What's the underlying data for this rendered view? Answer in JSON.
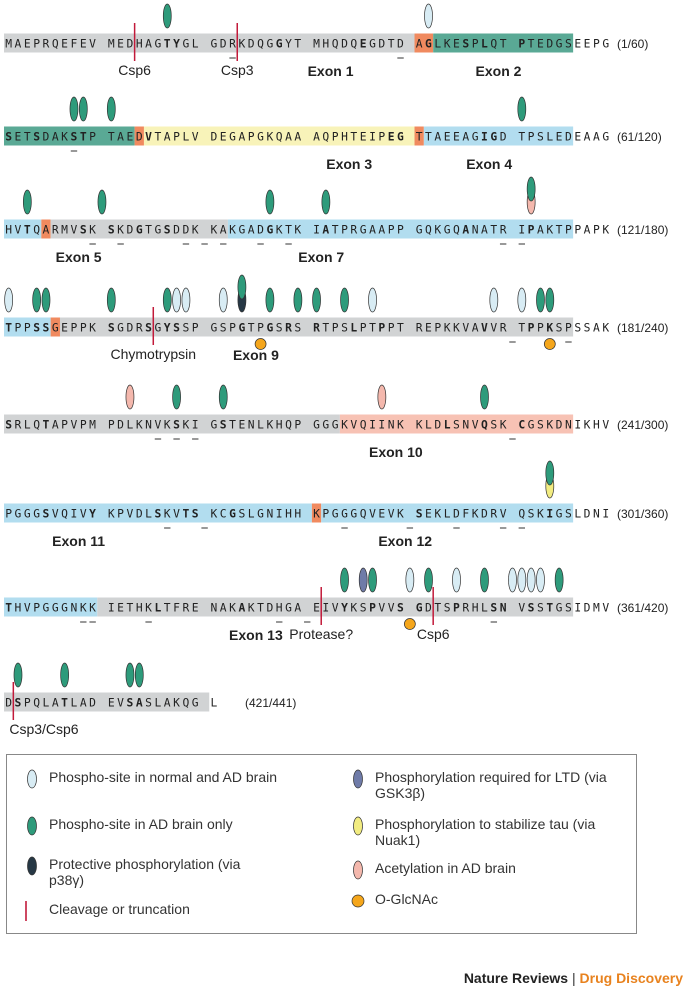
{
  "colors": {
    "gray": "#d1d3d4",
    "blue": "#b2ddef",
    "teal": "#5aa995",
    "yellow": "#f8f3b9",
    "salmon": "#f7c2b4",
    "orange_mark": "#f08a5f",
    "light_oval": "#d8ecf4",
    "teal_oval": "#2e9b7b",
    "dark_oval": "#263845",
    "purple_oval": "#6f7ba8",
    "yellow_oval": "#f2ec81",
    "pink_oval": "#f4b8ad",
    "glcnac": "#f5a61b",
    "cleavage": "#c21a3a"
  },
  "rows": [
    {
      "text": "MAEPRQEFEV MEDHAGTYGL GDRKDQGGYT MHQDQEGDTD AGLKESPLQT PTEDGSEEPG",
      "range": "(1/60)",
      "bold": [
        17,
        18,
        29,
        38,
        45,
        49,
        51,
        55
      ],
      "under": [
        24,
        42
      ],
      "bands": [
        [
          0,
          44,
          "gray"
        ],
        [
          44,
          46,
          "orange_mark"
        ],
        [
          46,
          61,
          "teal"
        ]
      ],
      "markers": [
        {
          "i": 17,
          "o": [
            "teal"
          ]
        },
        {
          "i": 45,
          "o": [
            "light"
          ]
        }
      ],
      "glc": [],
      "cleavages": [
        {
          "after": 14,
          "label": "Csp6"
        },
        {
          "after": 25,
          "label": "Csp3"
        }
      ],
      "exons": [
        {
          "c": 35,
          "label": "Exon 1"
        },
        {
          "c": 53,
          "label": "Exon 2"
        }
      ]
    },
    {
      "text": "SETSDAKSTP TAEDVTAPLV DEGAPGKQAA AQPHTEIPEG TTAEEAGIGD TPSLEDEAAG",
      "range": "(61/120)",
      "bold": [
        0,
        3,
        7,
        8,
        15,
        41,
        42,
        51,
        52
      ],
      "under": [
        7
      ],
      "bands": [
        [
          0,
          14,
          "teal"
        ],
        [
          14,
          15,
          "orange_mark"
        ],
        [
          15,
          44,
          "yellow"
        ],
        [
          44,
          45,
          "orange_mark"
        ],
        [
          45,
          61,
          "blue"
        ]
      ],
      "markers": [
        {
          "i": 7,
          "o": [
            "teal"
          ]
        },
        {
          "i": 8,
          "o": [
            "teal"
          ]
        },
        {
          "i": 11,
          "o": [
            "teal"
          ]
        },
        {
          "i": 55,
          "o": [
            "teal"
          ]
        }
      ],
      "glc": [],
      "cleavages": [],
      "exons": [
        {
          "c": 37,
          "label": "Exon 3"
        },
        {
          "c": 52,
          "label": "Exon 4"
        }
      ]
    },
    {
      "text": "HVTQARMVSK SKDGTGSDDK KAKGADGKTK IATPRGAAPP GQKGQANATR IPAKTPPAPK",
      "range": "(121/180)",
      "bold": [
        2,
        8,
        11,
        14,
        17,
        28,
        34,
        49,
        56
      ],
      "under": [
        9,
        12,
        19,
        21,
        23,
        27,
        30,
        53,
        55
      ],
      "bands": [
        [
          0,
          4,
          "blue"
        ],
        [
          4,
          5,
          "orange_mark"
        ],
        [
          5,
          24,
          "gray"
        ],
        [
          24,
          61,
          "blue"
        ]
      ],
      "markers": [
        {
          "i": 2,
          "o": [
            "teal"
          ]
        },
        {
          "i": 10,
          "o": [
            "teal"
          ]
        },
        {
          "i": 28,
          "o": [
            "teal"
          ]
        },
        {
          "i": 34,
          "o": [
            "teal"
          ]
        },
        {
          "i": 56,
          "o": [
            "pink",
            "teal"
          ]
        }
      ],
      "glc": [],
      "cleavages": [],
      "exons": [
        {
          "c": 8,
          "label": "Exon 5"
        },
        {
          "c": 34,
          "label": "Exon 7"
        }
      ]
    },
    {
      "text": "TPPSSGEPPK SGDRSGYSSP GSPGTPGSRS RTPSLPTPPT REPKKVAVVR TPPKSPSSAK",
      "range": "(181/240)",
      "bold": [
        0,
        3,
        4,
        11,
        15,
        17,
        18,
        25,
        28,
        30,
        33,
        37,
        40,
        51,
        56,
        58
      ],
      "under": [
        54,
        60
      ],
      "bands": [
        [
          0,
          5,
          "blue"
        ],
        [
          5,
          6,
          "orange_mark"
        ],
        [
          6,
          61,
          "gray"
        ]
      ],
      "markers": [
        {
          "i": 0,
          "o": [
            "light"
          ]
        },
        {
          "i": 3,
          "o": [
            "teal"
          ]
        },
        {
          "i": 4,
          "o": [
            "teal"
          ]
        },
        {
          "i": 11,
          "o": [
            "teal"
          ]
        },
        {
          "i": 17,
          "o": [
            "teal"
          ]
        },
        {
          "i": 18,
          "o": [
            "light"
          ]
        },
        {
          "i": 19,
          "o": [
            "light"
          ]
        },
        {
          "i": 23,
          "o": [
            "light"
          ]
        },
        {
          "i": 25,
          "o": [
            "dark",
            "teal"
          ]
        },
        {
          "i": 28,
          "o": [
            "teal"
          ]
        },
        {
          "i": 31,
          "o": [
            "teal"
          ]
        },
        {
          "i": 33,
          "o": [
            "teal"
          ]
        },
        {
          "i": 36,
          "o": [
            "teal"
          ]
        },
        {
          "i": 39,
          "o": [
            "light"
          ]
        },
        {
          "i": 52,
          "o": [
            "light"
          ]
        },
        {
          "i": 55,
          "o": [
            "light"
          ]
        },
        {
          "i": 57,
          "o": [
            "teal"
          ]
        },
        {
          "i": 58,
          "o": [
            "teal"
          ]
        }
      ],
      "glc": [
        27,
        58
      ],
      "cleavages": [
        {
          "after": 16,
          "label": "Chymotrypsin"
        }
      ],
      "exons": [
        {
          "c": 27,
          "label": "Exon 9"
        }
      ]
    },
    {
      "text": "SRLQTAPVPM PDLKNVKSKI GSTENLKHQP GGGKVQIINK KLDLSNVQSK CGSKDNIKHV",
      "range": "(241/300)",
      "bold": [
        0,
        4,
        18,
        23,
        47,
        51,
        55
      ],
      "under": [
        16,
        18,
        20,
        54
      ],
      "bands": [
        [
          0,
          36,
          "gray"
        ],
        [
          36,
          61,
          "salmon"
        ]
      ],
      "markers": [
        {
          "i": 13,
          "o": [
            "pink"
          ]
        },
        {
          "i": 18,
          "o": [
            "teal"
          ]
        },
        {
          "i": 23,
          "o": [
            "teal"
          ]
        },
        {
          "i": 40,
          "o": [
            "pink"
          ]
        },
        {
          "i": 51,
          "o": [
            "teal"
          ]
        }
      ],
      "glc": [],
      "cleavages": [],
      "exons": [
        {
          "c": 42,
          "label": "Exon 10"
        }
      ]
    },
    {
      "text": "PGGGSVQIVY KPVDLSKVTS KCGSLGNIHH KPGGGQVEVK SEKLDFKDRV QSKIGSLDNI",
      "range": "(301/360)",
      "bold": [
        4,
        9,
        16,
        19,
        20,
        24,
        44,
        58
      ],
      "under": [
        17,
        21,
        36,
        43,
        48,
        53,
        55
      ],
      "bands": [
        [
          0,
          33,
          "blue"
        ],
        [
          33,
          34,
          "orange_mark"
        ],
        [
          34,
          61,
          "blue"
        ]
      ],
      "markers": [
        {
          "i": 58,
          "o": [
            "yellow",
            "teal"
          ]
        }
      ],
      "glc": [],
      "cleavages": [],
      "exons": [
        {
          "c": 8,
          "label": "Exon 11"
        },
        {
          "c": 43,
          "label": "Exon 12"
        }
      ]
    },
    {
      "text": "THVPGGGNKK IETHKLTFRE NAKAKTDHGA EIVYKSPVVS GDTSPRHLSN VSSTGSIDMV",
      "range": "(361/420)",
      "bold": [
        0,
        16,
        25,
        36,
        39,
        42,
        44,
        48,
        52,
        53,
        56,
        58
      ],
      "under": [
        8,
        9,
        15,
        29,
        32,
        43,
        52
      ],
      "bands": [
        [
          0,
          10,
          "blue"
        ],
        [
          10,
          61,
          "gray"
        ]
      ],
      "markers": [
        {
          "i": 36,
          "o": [
            "teal"
          ]
        },
        {
          "i": 38,
          "o": [
            "purple"
          ]
        },
        {
          "i": 39,
          "o": [
            "teal"
          ]
        },
        {
          "i": 43,
          "o": [
            "light"
          ]
        },
        {
          "i": 45,
          "o": [
            "teal"
          ]
        },
        {
          "i": 48,
          "o": [
            "light"
          ]
        },
        {
          "i": 51,
          "o": [
            "teal"
          ]
        },
        {
          "i": 54,
          "o": [
            "light"
          ]
        },
        {
          "i": 55,
          "o": [
            "light"
          ]
        },
        {
          "i": 56,
          "o": [
            "light"
          ]
        },
        {
          "i": 57,
          "o": [
            "light"
          ]
        },
        {
          "i": 59,
          "o": [
            "teal"
          ]
        }
      ],
      "glc": [
        43
      ],
      "cleavages": [
        {
          "after": 34,
          "label": "Protease?"
        },
        {
          "after": 46,
          "label": "Csp6"
        }
      ],
      "exons": [
        {
          "c": 27,
          "label": "Exon 13"
        }
      ]
    },
    {
      "text": "DSPQLATLAD EVSASLAKQG L",
      "range": "(421/441)",
      "bold": [
        1,
        6,
        13,
        14
      ],
      "under": [],
      "bands": [
        [
          0,
          22,
          "gray"
        ]
      ],
      "markers": [
        {
          "i": 1,
          "o": [
            "teal"
          ]
        },
        {
          "i": 6,
          "o": [
            "teal"
          ]
        },
        {
          "i": 13,
          "o": [
            "teal"
          ]
        },
        {
          "i": 14,
          "o": [
            "teal"
          ]
        }
      ],
      "glc": [],
      "cleavages": [
        {
          "after": 1,
          "label": "Csp3/Csp6",
          "left": true
        }
      ],
      "exons": []
    }
  ],
  "legend": {
    "light": "Phospho-site in normal and AD brain",
    "teal": "Phospho-site in AD brain only",
    "dark": "Protective phosphorylation (via p38γ)",
    "cleavage": "Cleavage or truncation",
    "purple": "Phosphorylation required for LTD (via GSK3β)",
    "yellow": "Phosphorylation to stabilize tau (via Nuak1)",
    "pink": "Acetylation in AD brain",
    "glcnac": "O-GlcNAc"
  },
  "credit": {
    "journal": "Nature Reviews",
    "separator": " | ",
    "section": "Drug Discovery"
  }
}
